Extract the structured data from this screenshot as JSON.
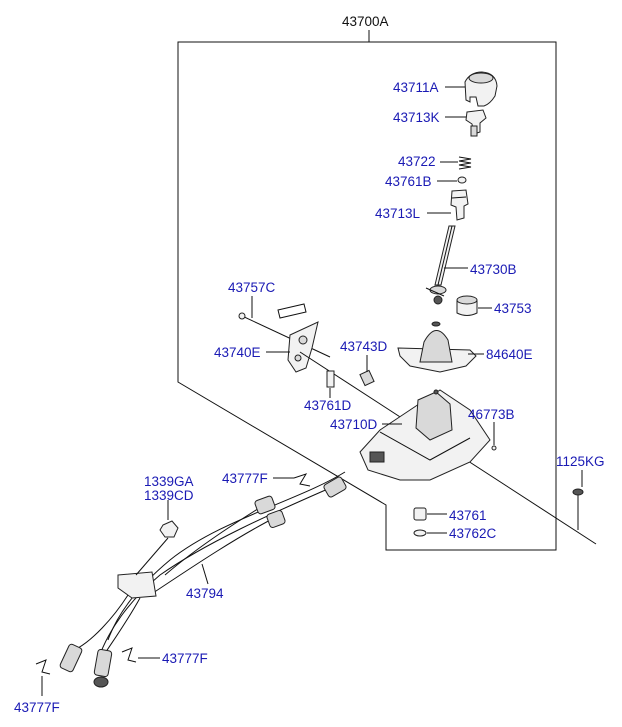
{
  "diagram": {
    "assembly_label": "43700A",
    "labels": {
      "p43711A": "43711A",
      "p43713K": "43713K",
      "p43722": "43722",
      "p43761B": "43761B",
      "p43713L": "43713L",
      "p43730B": "43730B",
      "p43757C": "43757C",
      "p43753": "43753",
      "p43740E": "43740E",
      "p43743D": "43743D",
      "p84640E": "84640E",
      "p43761D": "43761D",
      "p46773B": "46773B",
      "p43710D": "43710D",
      "p1125KG": "1125KG",
      "p43777F_mid": "43777F",
      "p1339GA": "1339GA",
      "p1339CD": "1339CD",
      "p43761": "43761",
      "p43762C": "43762C",
      "p43794": "43794",
      "p43777F_low": "43777F",
      "p43777F_bot": "43777F"
    }
  }
}
